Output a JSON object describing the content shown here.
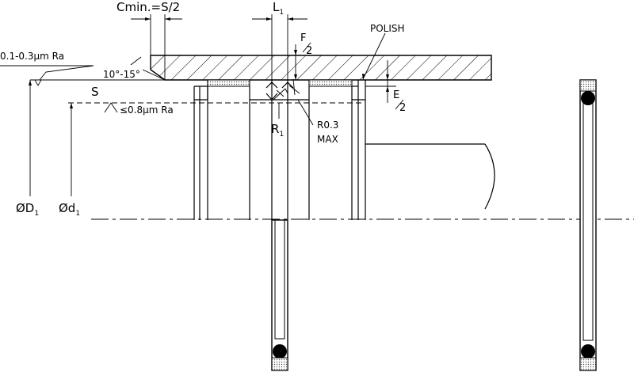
{
  "labels": {
    "chamfer_min": "Cmin.=S/2",
    "l1_main": "L",
    "l1_sub": "1",
    "f_half_num": "F",
    "f_half_den": "2",
    "polish": "POLISH",
    "surface_ra_top": "0.1-0.3μm Ra",
    "chamfer_angle": "10°-15°",
    "s_label": "S",
    "e_half_num": "E",
    "e_half_den": "2",
    "surface_ra_bottom": "≤0.8μm Ra",
    "r1_main": "R",
    "r1_sub": "1",
    "r03": "R0.3",
    "max": "MAX",
    "d1_big_main": "ØD",
    "d1_big_sub": "1",
    "d1_small_main": "Ød",
    "d1_small_sub": "1"
  },
  "colors": {
    "line": "#000000",
    "hatch": "#000000",
    "seal_fill": "#cfcfcf",
    "oring_fill": "#000000"
  }
}
